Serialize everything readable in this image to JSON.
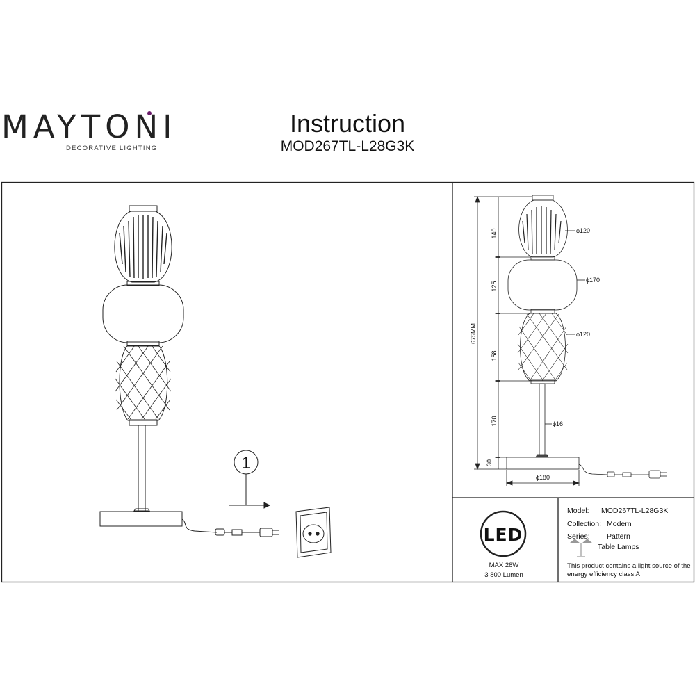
{
  "header": {
    "brand": "MAYTONI",
    "tagline": "DECORATIVE LIGHTING",
    "title": "Instruction",
    "model": "MOD267TL-L28G3K"
  },
  "assembly": {
    "step_number": "1"
  },
  "dimensions": {
    "total_height": "675MM",
    "segments": [
      "140",
      "125",
      "158",
      "170",
      "30"
    ],
    "diameters": {
      "top_shade": "ϕ120",
      "middle_shade": "ϕ170",
      "bottom_shade": "ϕ120",
      "stem": "ϕ16",
      "base": "ϕ180"
    }
  },
  "specs": {
    "led_badge": "LED",
    "power": "MAX 28W",
    "lumen": "3 800 Lumen",
    "model_label": "Model:",
    "model_value": "MOD267TL-L28G3K",
    "collection_label": "Collection:",
    "collection_value": "Modern",
    "series_label": "Series:",
    "series_value": "Pattern",
    "type_value": "Table Lamps",
    "energy_note_line1": "This product contains a light source of the",
    "energy_note_line2": "energy efficiency class A"
  }
}
